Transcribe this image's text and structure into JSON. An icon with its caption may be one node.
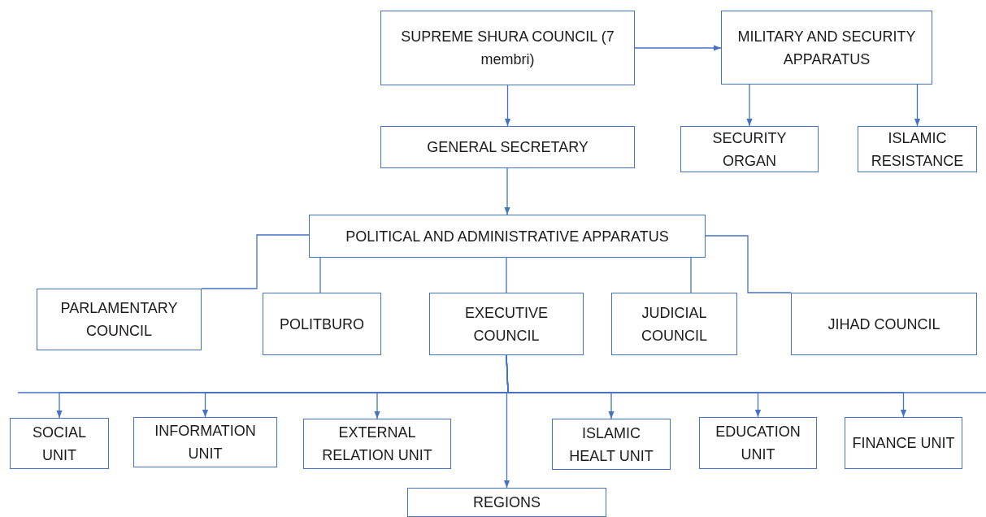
{
  "diagram": {
    "nodes": [
      {
        "text": [
          "SUPREME SHURA COUNCIL (7 membri)"
        ]
      },
      {
        "text": [
          "MILITARY AND SECURITY APPARATUS"
        ]
      },
      {
        "text": [
          "GENERAL SECRETARY"
        ]
      },
      {
        "text": [
          "SECURITY ORGAN"
        ]
      },
      {
        "text": [
          "ISLAMIC RESISTANCE"
        ]
      },
      {
        "text": [
          "POLITICAL AND ADMINISTRATIVE APPARATUS"
        ]
      },
      {
        "text": [
          "PARLAMENTARY COUNCIL"
        ]
      },
      {
        "text": [
          "POLITBURO"
        ]
      },
      {
        "text": [
          "EXECUTIVE COUNCIL"
        ]
      },
      {
        "text": [
          "JUDICIAL COUNCIL"
        ]
      },
      {
        "text": [
          "JIHAD COUNCIL"
        ]
      },
      {
        "text": [
          "SOCIAL UNIT"
        ]
      },
      {
        "text": [
          "INFORMATION UNIT"
        ]
      },
      {
        "text": [
          "EXTERNAL RELATION UNIT"
        ]
      },
      {
        "text": [
          "ISLAMIC HEALT UNIT"
        ]
      },
      {
        "text": [
          "EDUCATION UNIT"
        ]
      },
      {
        "text": [
          "FINANCE UNIT"
        ]
      },
      {
        "text": [
          "REGIONS"
        ]
      }
    ],
    "edges": [
      {
        "from": 0,
        "to": 1,
        "arrow": "to"
      },
      {
        "from": 0,
        "to": 2,
        "arrow": "to"
      },
      {
        "from": 1,
        "to": 3,
        "arrow": "to"
      },
      {
        "from": 1,
        "to": 4,
        "arrow": "to"
      },
      {
        "from": 2,
        "to": 5,
        "arrow": "to"
      },
      {
        "from": 5,
        "to": 6,
        "arrow": "none"
      },
      {
        "from": 5,
        "to": 7,
        "arrow": "none"
      },
      {
        "from": 5,
        "to": 8,
        "arrow": "none"
      },
      {
        "from": 5,
        "to": 9,
        "arrow": "none"
      },
      {
        "from": 5,
        "to": 10,
        "arrow": "none"
      },
      {
        "from": 8,
        "to": 11,
        "arrow": "to"
      },
      {
        "from": 8,
        "to": 12,
        "arrow": "to"
      },
      {
        "from": 8,
        "to": 13,
        "arrow": "to"
      },
      {
        "from": 8,
        "to": 14,
        "arrow": "to"
      },
      {
        "from": 8,
        "to": 15,
        "arrow": "to"
      },
      {
        "from": 8,
        "to": 16,
        "arrow": "to"
      },
      {
        "from": 8,
        "to": 17,
        "arrow": "to"
      }
    ]
  }
}
